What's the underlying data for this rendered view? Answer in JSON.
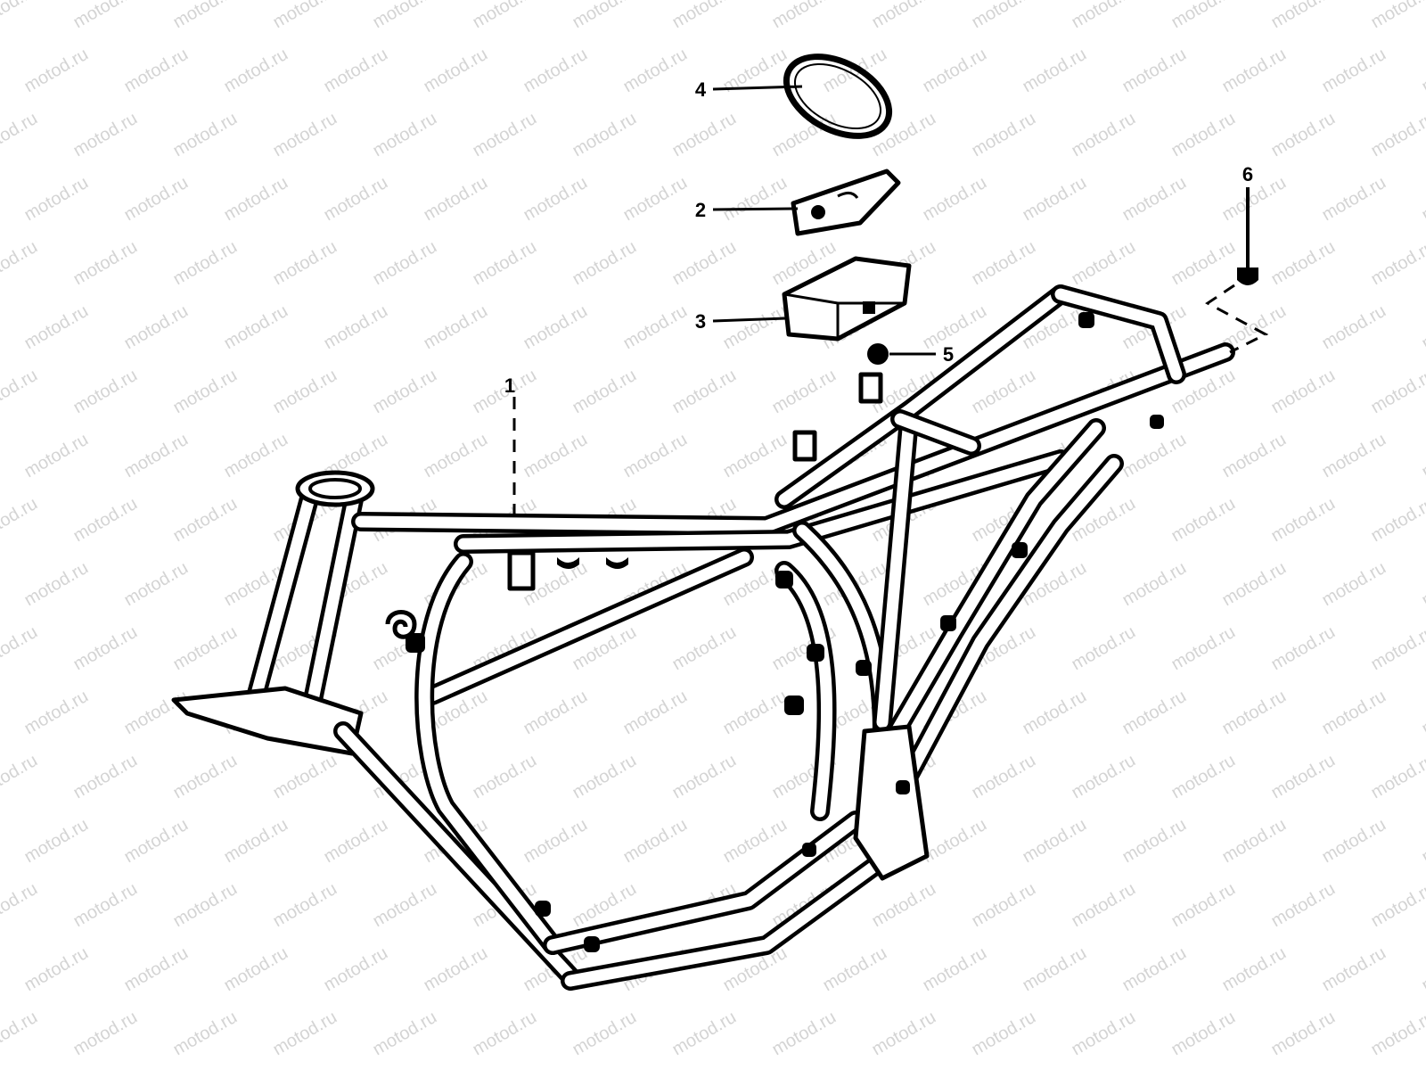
{
  "watermark": {
    "text": "motod.ru"
  },
  "callouts": [
    {
      "id": "frame",
      "label": "1"
    },
    {
      "id": "bracket",
      "label": "2"
    },
    {
      "id": "cushion",
      "label": "3"
    },
    {
      "id": "ring",
      "label": "4"
    },
    {
      "id": "grommet",
      "label": "5"
    },
    {
      "id": "bolt",
      "label": "6"
    }
  ],
  "colors": {
    "line": "#000000",
    "background": "#ffffff",
    "watermark": "#d4d4d4"
  }
}
